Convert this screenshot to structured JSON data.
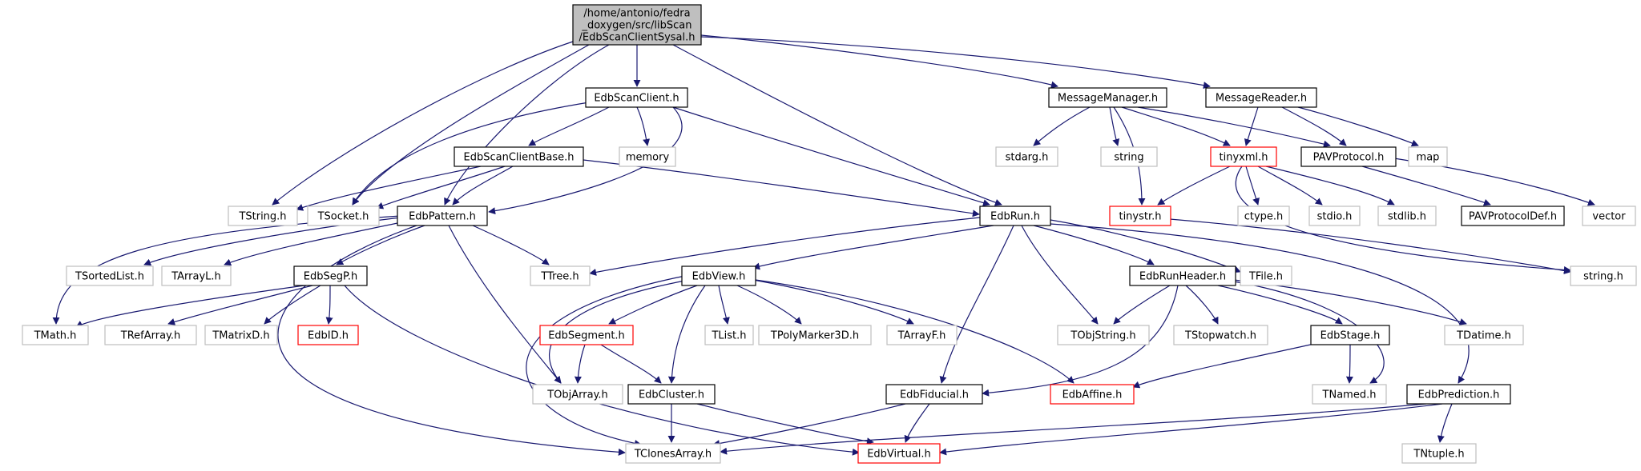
{
  "graph": {
    "edge_color": "#191970",
    "colors": {
      "black": "#000000",
      "grey": "#bfbfbf",
      "red": "#ff0000",
      "root_fill": "#bfbfbf"
    },
    "nodes": [
      {
        "id": "root",
        "label": [
          "/home/antonio/fedra",
          "_doxygen/src/libScan",
          "/EdbScanClientSysal.h"
        ],
        "style": "root"
      },
      {
        "id": "EdbScanClient",
        "label": [
          "EdbScanClient.h"
        ],
        "style": "black"
      },
      {
        "id": "MessageManager",
        "label": [
          "MessageManager.h"
        ],
        "style": "black"
      },
      {
        "id": "MessageReader",
        "label": [
          "MessageReader.h"
        ],
        "style": "black"
      },
      {
        "id": "EdbScanClientBase",
        "label": [
          "EdbScanClientBase.h"
        ],
        "style": "black"
      },
      {
        "id": "memory",
        "label": [
          "memory"
        ],
        "style": "grey"
      },
      {
        "id": "stdarg",
        "label": [
          "stdarg.h"
        ],
        "style": "grey"
      },
      {
        "id": "string",
        "label": [
          "string"
        ],
        "style": "grey"
      },
      {
        "id": "tinyxml",
        "label": [
          "tinyxml.h"
        ],
        "style": "red"
      },
      {
        "id": "PAVProtocol",
        "label": [
          "PAVProtocol.h"
        ],
        "style": "black"
      },
      {
        "id": "map",
        "label": [
          "map"
        ],
        "style": "grey"
      },
      {
        "id": "TString",
        "label": [
          "TString.h"
        ],
        "style": "grey"
      },
      {
        "id": "TSocket",
        "label": [
          "TSocket.h"
        ],
        "style": "grey"
      },
      {
        "id": "EdbPattern",
        "label": [
          "EdbPattern.h"
        ],
        "style": "black"
      },
      {
        "id": "EdbRun",
        "label": [
          "EdbRun.h"
        ],
        "style": "black"
      },
      {
        "id": "tinystr",
        "label": [
          "tinystr.h"
        ],
        "style": "red"
      },
      {
        "id": "ctype",
        "label": [
          "ctype.h"
        ],
        "style": "grey"
      },
      {
        "id": "stdio",
        "label": [
          "stdio.h"
        ],
        "style": "grey"
      },
      {
        "id": "stdlib",
        "label": [
          "stdlib.h"
        ],
        "style": "grey"
      },
      {
        "id": "PAVProtocolDef",
        "label": [
          "PAVProtocolDef.h"
        ],
        "style": "black"
      },
      {
        "id": "vector",
        "label": [
          "vector"
        ],
        "style": "grey"
      },
      {
        "id": "TSortedList",
        "label": [
          "TSortedList.h"
        ],
        "style": "grey"
      },
      {
        "id": "TArrayL",
        "label": [
          "TArrayL.h"
        ],
        "style": "grey"
      },
      {
        "id": "EdbSegP",
        "label": [
          "EdbSegP.h"
        ],
        "style": "black"
      },
      {
        "id": "TTree",
        "label": [
          "TTree.h"
        ],
        "style": "grey"
      },
      {
        "id": "EdbView",
        "label": [
          "EdbView.h"
        ],
        "style": "black"
      },
      {
        "id": "EdbRunHeader",
        "label": [
          "EdbRunHeader.h"
        ],
        "style": "black"
      },
      {
        "id": "TFile",
        "label": [
          "TFile.h"
        ],
        "style": "grey"
      },
      {
        "id": "stringh",
        "label": [
          "string.h"
        ],
        "style": "grey"
      },
      {
        "id": "TMath",
        "label": [
          "TMath.h"
        ],
        "style": "grey"
      },
      {
        "id": "TRefArray",
        "label": [
          "TRefArray.h"
        ],
        "style": "grey"
      },
      {
        "id": "TMatrixD",
        "label": [
          "TMatrixD.h"
        ],
        "style": "grey"
      },
      {
        "id": "EdbID",
        "label": [
          "EdbID.h"
        ],
        "style": "red"
      },
      {
        "id": "EdbSegment",
        "label": [
          "EdbSegment.h"
        ],
        "style": "red"
      },
      {
        "id": "TList",
        "label": [
          "TList.h"
        ],
        "style": "grey"
      },
      {
        "id": "TPolyMarker3D",
        "label": [
          "TPolyMarker3D.h"
        ],
        "style": "grey"
      },
      {
        "id": "TArrayF",
        "label": [
          "TArrayF.h"
        ],
        "style": "grey"
      },
      {
        "id": "TObjString",
        "label": [
          "TObjString.h"
        ],
        "style": "grey"
      },
      {
        "id": "TStopwatch",
        "label": [
          "TStopwatch.h"
        ],
        "style": "grey"
      },
      {
        "id": "EdbStage",
        "label": [
          "EdbStage.h"
        ],
        "style": "black"
      },
      {
        "id": "TDatime",
        "label": [
          "TDatime.h"
        ],
        "style": "grey"
      },
      {
        "id": "TObjArray",
        "label": [
          "TObjArray.h"
        ],
        "style": "grey"
      },
      {
        "id": "EdbCluster",
        "label": [
          "EdbCluster.h"
        ],
        "style": "black"
      },
      {
        "id": "EdbFiducial",
        "label": [
          "EdbFiducial.h"
        ],
        "style": "black"
      },
      {
        "id": "EdbAffine",
        "label": [
          "EdbAffine.h"
        ],
        "style": "red"
      },
      {
        "id": "TNamed",
        "label": [
          "TNamed.h"
        ],
        "style": "grey"
      },
      {
        "id": "EdbPrediction",
        "label": [
          "EdbPrediction.h"
        ],
        "style": "black"
      },
      {
        "id": "TClonesArray",
        "label": [
          "TClonesArray.h"
        ],
        "style": "grey"
      },
      {
        "id": "EdbVirtual",
        "label": [
          "EdbVirtual.h"
        ],
        "style": "red"
      },
      {
        "id": "TNtuple",
        "label": [
          "TNtuple.h"
        ],
        "style": "grey"
      }
    ]
  }
}
